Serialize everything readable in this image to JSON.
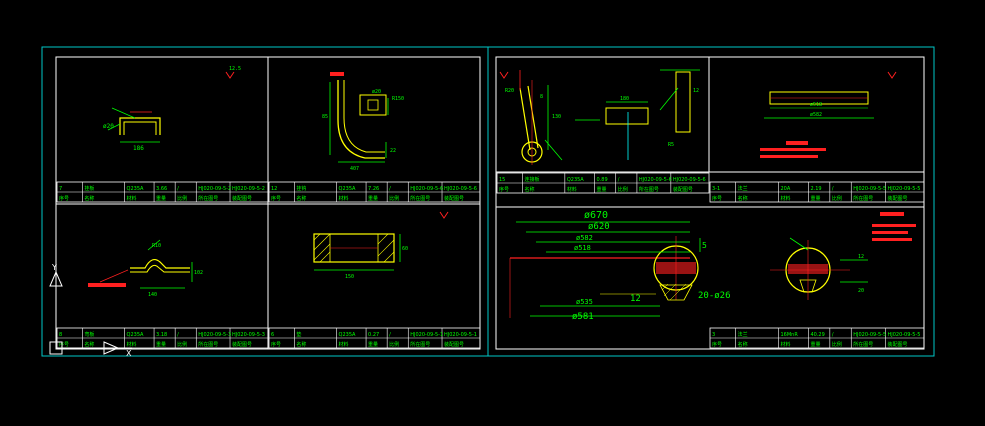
{
  "colors": {
    "background": "#000000",
    "frame": "#00c8c8",
    "border": "#ffffff",
    "part": "#ffff00",
    "dim": "#00ff00",
    "annotation": "#ff2020",
    "centerline": "#ff3030",
    "text": "#ffffff",
    "hatch": "#ffff00"
  },
  "sheet_left": {
    "views": [
      {
        "id": "bracket-top-left",
        "roughness": "12.5",
        "dims": [
          "ø20",
          "186"
        ]
      },
      {
        "id": "hook-top-right",
        "roughness": "",
        "dims": [
          "ø20",
          "R150",
          "407",
          "22",
          "85"
        ]
      },
      {
        "id": "bent-bottom-left",
        "roughness": "",
        "dims": [
          "140",
          "R10",
          "102"
        ]
      },
      {
        "id": "plate-bottom-right",
        "roughness": "",
        "dims": [
          "150",
          "60"
        ]
      }
    ],
    "title_blocks": [
      {
        "no": "7",
        "name": "挂板",
        "material": "Q235A",
        "mass": "3.66",
        "code": "HJ020-09-5-2"
      },
      {
        "no": "12",
        "name": "挂钩",
        "material": "Q235A",
        "mass": "7.26",
        "code": "HJ020-09-5-6"
      },
      {
        "no": "8",
        "name": "弯板",
        "material": "Q235A",
        "mass": "3.18",
        "code": "HJ020-09-5-3"
      },
      {
        "no": "6",
        "name": "垫",
        "material": "Q235A",
        "mass": "0.27",
        "code": "HJ020-09-5-1"
      }
    ],
    "header_row": [
      "序号",
      "名称",
      "材料",
      "重量",
      "比例",
      "所在图号",
      "装配图号"
    ]
  },
  "sheet_right": {
    "views": [
      {
        "id": "lever-left",
        "dims": [
          "R20",
          "130",
          "8"
        ]
      },
      {
        "id": "section-b",
        "dims": [
          "180",
          "12",
          "R5"
        ]
      },
      {
        "id": "ring-top-right",
        "dims": [
          "ø518",
          "ø582"
        ]
      },
      {
        "id": "flange-large",
        "dims": [
          "ø670",
          "ø620",
          "ø582",
          "ø518",
          "ø535",
          "ø581",
          "12",
          "20-ø26",
          "5"
        ]
      },
      {
        "id": "detail-right",
        "dims": [
          "12",
          "20"
        ]
      }
    ],
    "title_blocks": [
      {
        "no": "15",
        "name": "连接板",
        "material": "Q235A",
        "mass": "0.89",
        "code": "HJ020-09-5-6"
      },
      {
        "no": "3-1",
        "name": "法兰",
        "material": "20A",
        "mass": "2.19",
        "code": "HJ020-09-5-5"
      },
      {
        "no": "3",
        "name": "法兰",
        "material": "16MnR",
        "mass": "40.29",
        "code": "HJ020-09-5-5"
      }
    ],
    "header_row": [
      "序号",
      "名称",
      "材料",
      "重量",
      "比例",
      "所在图号",
      "装配图号"
    ]
  },
  "ucs_icon": {
    "x_label": "X",
    "y_label": "Y"
  }
}
